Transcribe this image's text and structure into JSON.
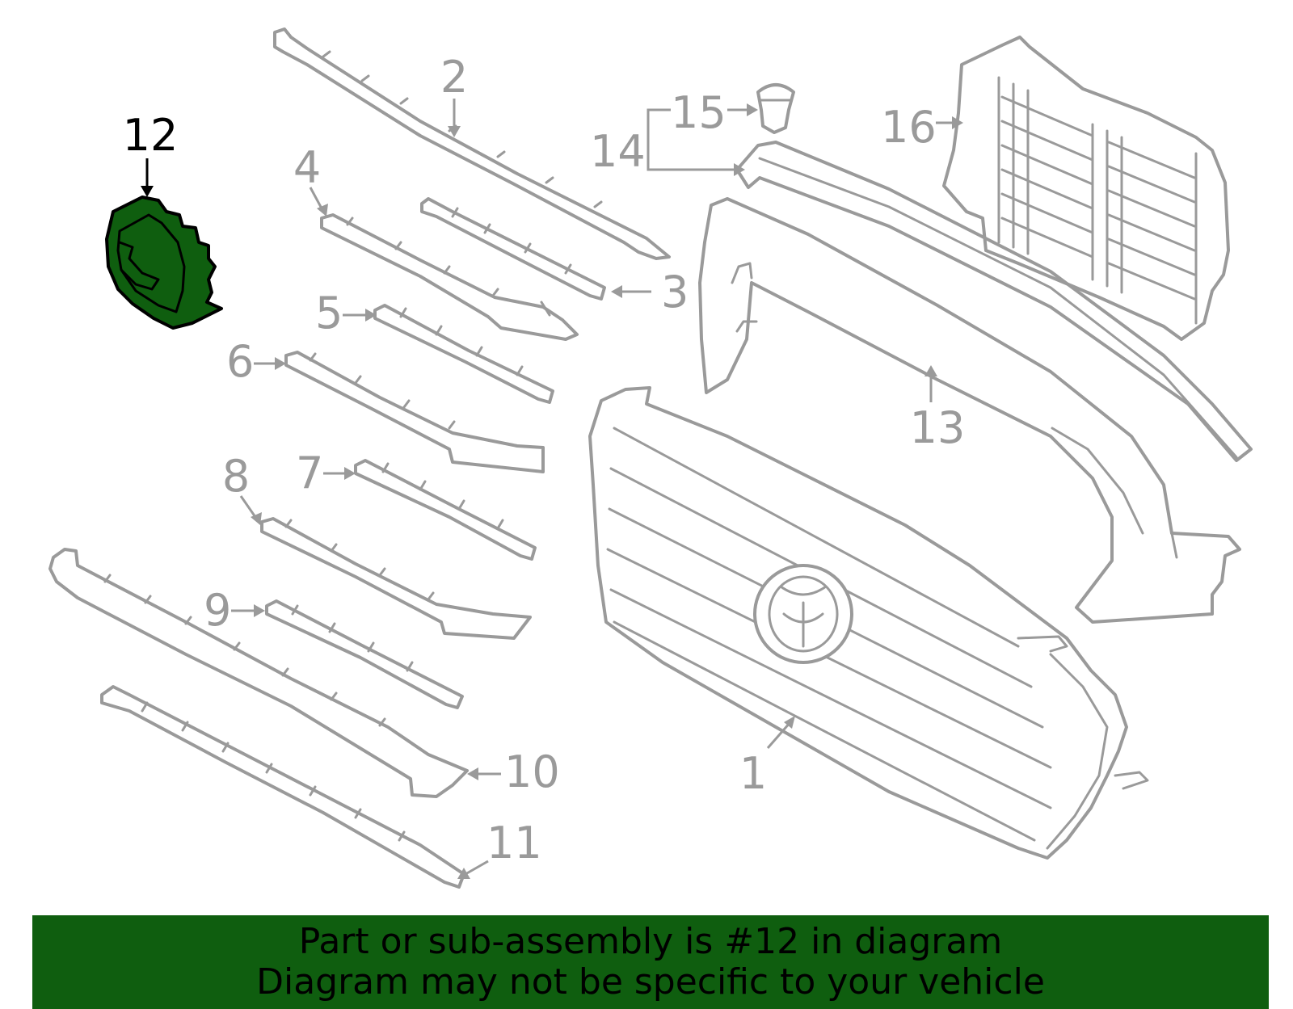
{
  "diagram": {
    "highlighted_part": "12",
    "callouts": [
      "1",
      "2",
      "3",
      "4",
      "5",
      "6",
      "7",
      "8",
      "9",
      "10",
      "11",
      "12",
      "13",
      "14",
      "15",
      "16"
    ]
  },
  "banner": {
    "line1": "Part or sub-assembly is #12 in diagram",
    "line2": "Diagram may not be specific to your vehicle"
  },
  "colors": {
    "banner_background": "#0f5e0f",
    "highlight_fill": "#0f5e0f",
    "part_stroke": "#9a9a9a",
    "highlight_stroke": "#000000"
  }
}
